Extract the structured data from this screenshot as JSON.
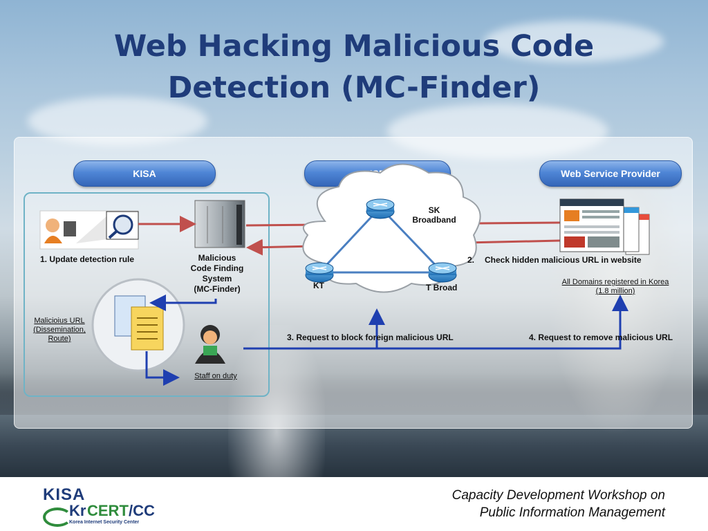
{
  "slide": {
    "title_line1": "Web Hacking Malicious Code",
    "title_line2": "Detection (MC-Finder)"
  },
  "headers": {
    "kisa": "KISA",
    "isp": "ISP",
    "wsp": "Web Service Provider"
  },
  "kisa": {
    "step1": "1. Update detection rule",
    "system_line1": "Malicious",
    "system_line2": "Code Finding",
    "system_line3": "System",
    "system_line4": "(MC-Finder)",
    "url_line1": "Malicioius URL",
    "url_line2": "(Dissemination,",
    "url_line3": "Route)",
    "staff": "Staff on duty"
  },
  "isp": {
    "node_sk_line1": "SK",
    "node_sk_line2": "Broadband",
    "node_kt": "KT",
    "node_tbroad": "T Broad"
  },
  "wsp": {
    "step2_num": "2.",
    "step2": "Check hidden malicious URL in website",
    "domains_line1": "All Domains registered in Korea",
    "domains_line2": "(1.8 million)"
  },
  "steps": {
    "step3": "3. Request to block foreign malicious URL",
    "step4": "4. Request to remove malicious URL"
  },
  "footer": {
    "workshop_line1": "Capacity Development Workshop on",
    "workshop_line2": "Public Information Management",
    "logo_kisa": "KISA",
    "logo_kr": "Kr",
    "logo_cert": "CERT",
    "logo_cc": "/CC",
    "logo_sub": "Korea Internet Security Center"
  },
  "colors": {
    "title": "#1f3c7a",
    "pill": "#4f86d6",
    "arrow_red": "#c0504d",
    "arrow_blue": "#1f3fb0",
    "triangle": "#4a7fc1"
  }
}
